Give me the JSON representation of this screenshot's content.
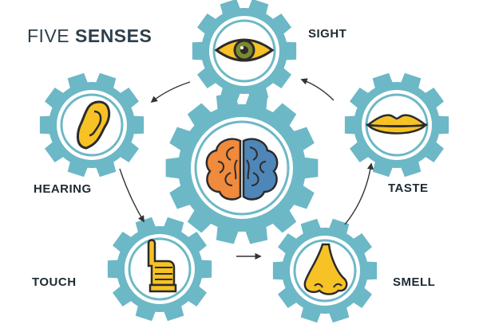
{
  "title": {
    "light": "FIVE",
    "bold": "SENSES"
  },
  "colors": {
    "gear_outer": "#6cb8c6",
    "gear_inner": "#ffffff",
    "gear_ring": "#6cb8c6",
    "icon_yellow": "#f6c225",
    "icon_outline": "#2b2b2b",
    "brain_left": "#f08a3c",
    "brain_right": "#4f86b8",
    "arrow": "#333333"
  },
  "senses": [
    {
      "id": "sight",
      "label": "SIGHT",
      "icon": "eye-icon"
    },
    {
      "id": "taste",
      "label": "TASTE",
      "icon": "lips-icon"
    },
    {
      "id": "smell",
      "label": "SMELL",
      "icon": "nose-icon"
    },
    {
      "id": "touch",
      "label": "TOUCH",
      "icon": "pointing-hand-icon"
    },
    {
      "id": "hearing",
      "label": "HEARING",
      "icon": "ear-icon"
    }
  ],
  "center": {
    "icon": "brain-icon"
  }
}
